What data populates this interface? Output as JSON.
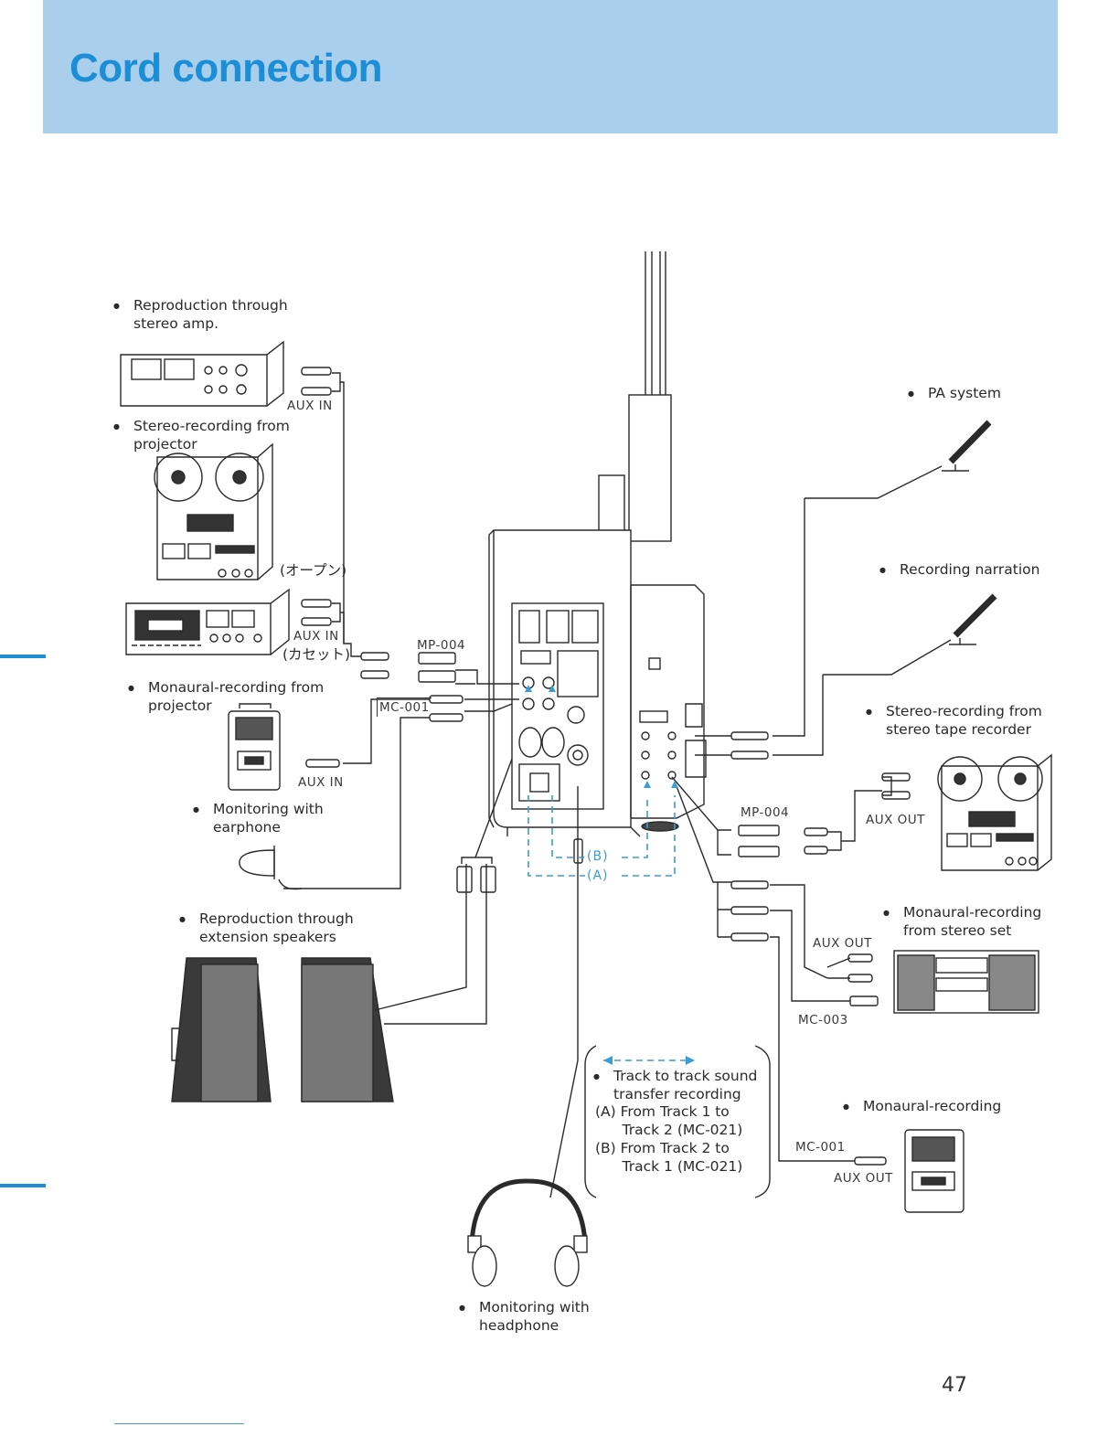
{
  "page": {
    "title": "Cord connection",
    "page_number": "47"
  },
  "labels": {
    "stereo_amp": "Reproduction through\nstereo amp.",
    "stereo_projector": "Stereo-recording from\nprojector",
    "open_reel": "(オープン)",
    "cassette": "(カセット)",
    "aux_in_1": "AUX IN",
    "aux_in_2": "AUX IN",
    "aux_in_3": "AUX IN",
    "mono_projector": "Monaural-recording from\nprojector",
    "earphone": "Monitoring with\nearphone",
    "ext_speakers": "Reproduction through\nextension speakers",
    "headphone": "Monitoring with\nheadphone",
    "mp004_left": "MP-004",
    "mc001_left": "MC-001",
    "pa_system": "PA system",
    "narration": "Recording narration",
    "stereo_tape": "Stereo-recording from\nstereo tape recorder",
    "mp004_right": "MP-004",
    "aux_out_1": "AUX OUT",
    "mono_stereo_set": "Monaural-recording\nfrom stereo set",
    "aux_out_2": "AUX OUT",
    "mc003": "MC-003",
    "mono_recording": "Monaural-recording",
    "mc001_right": "MC-001",
    "aux_out_3": "AUX OUT",
    "track_b": "(B)",
    "track_a": "(A)",
    "track_title": "Track to track sound\ntransfer recording",
    "track_a_text": "(A) From Track 1 to\n      Track 2 (MC-021)",
    "track_b_text": "(B) From Track 2 to\n      Track 1 (MC-021)"
  },
  "colors": {
    "header_bg": "#a9cfec",
    "title": "#1b8ed6",
    "accent": "#3a9bd5",
    "line": "#2a2a2a"
  }
}
